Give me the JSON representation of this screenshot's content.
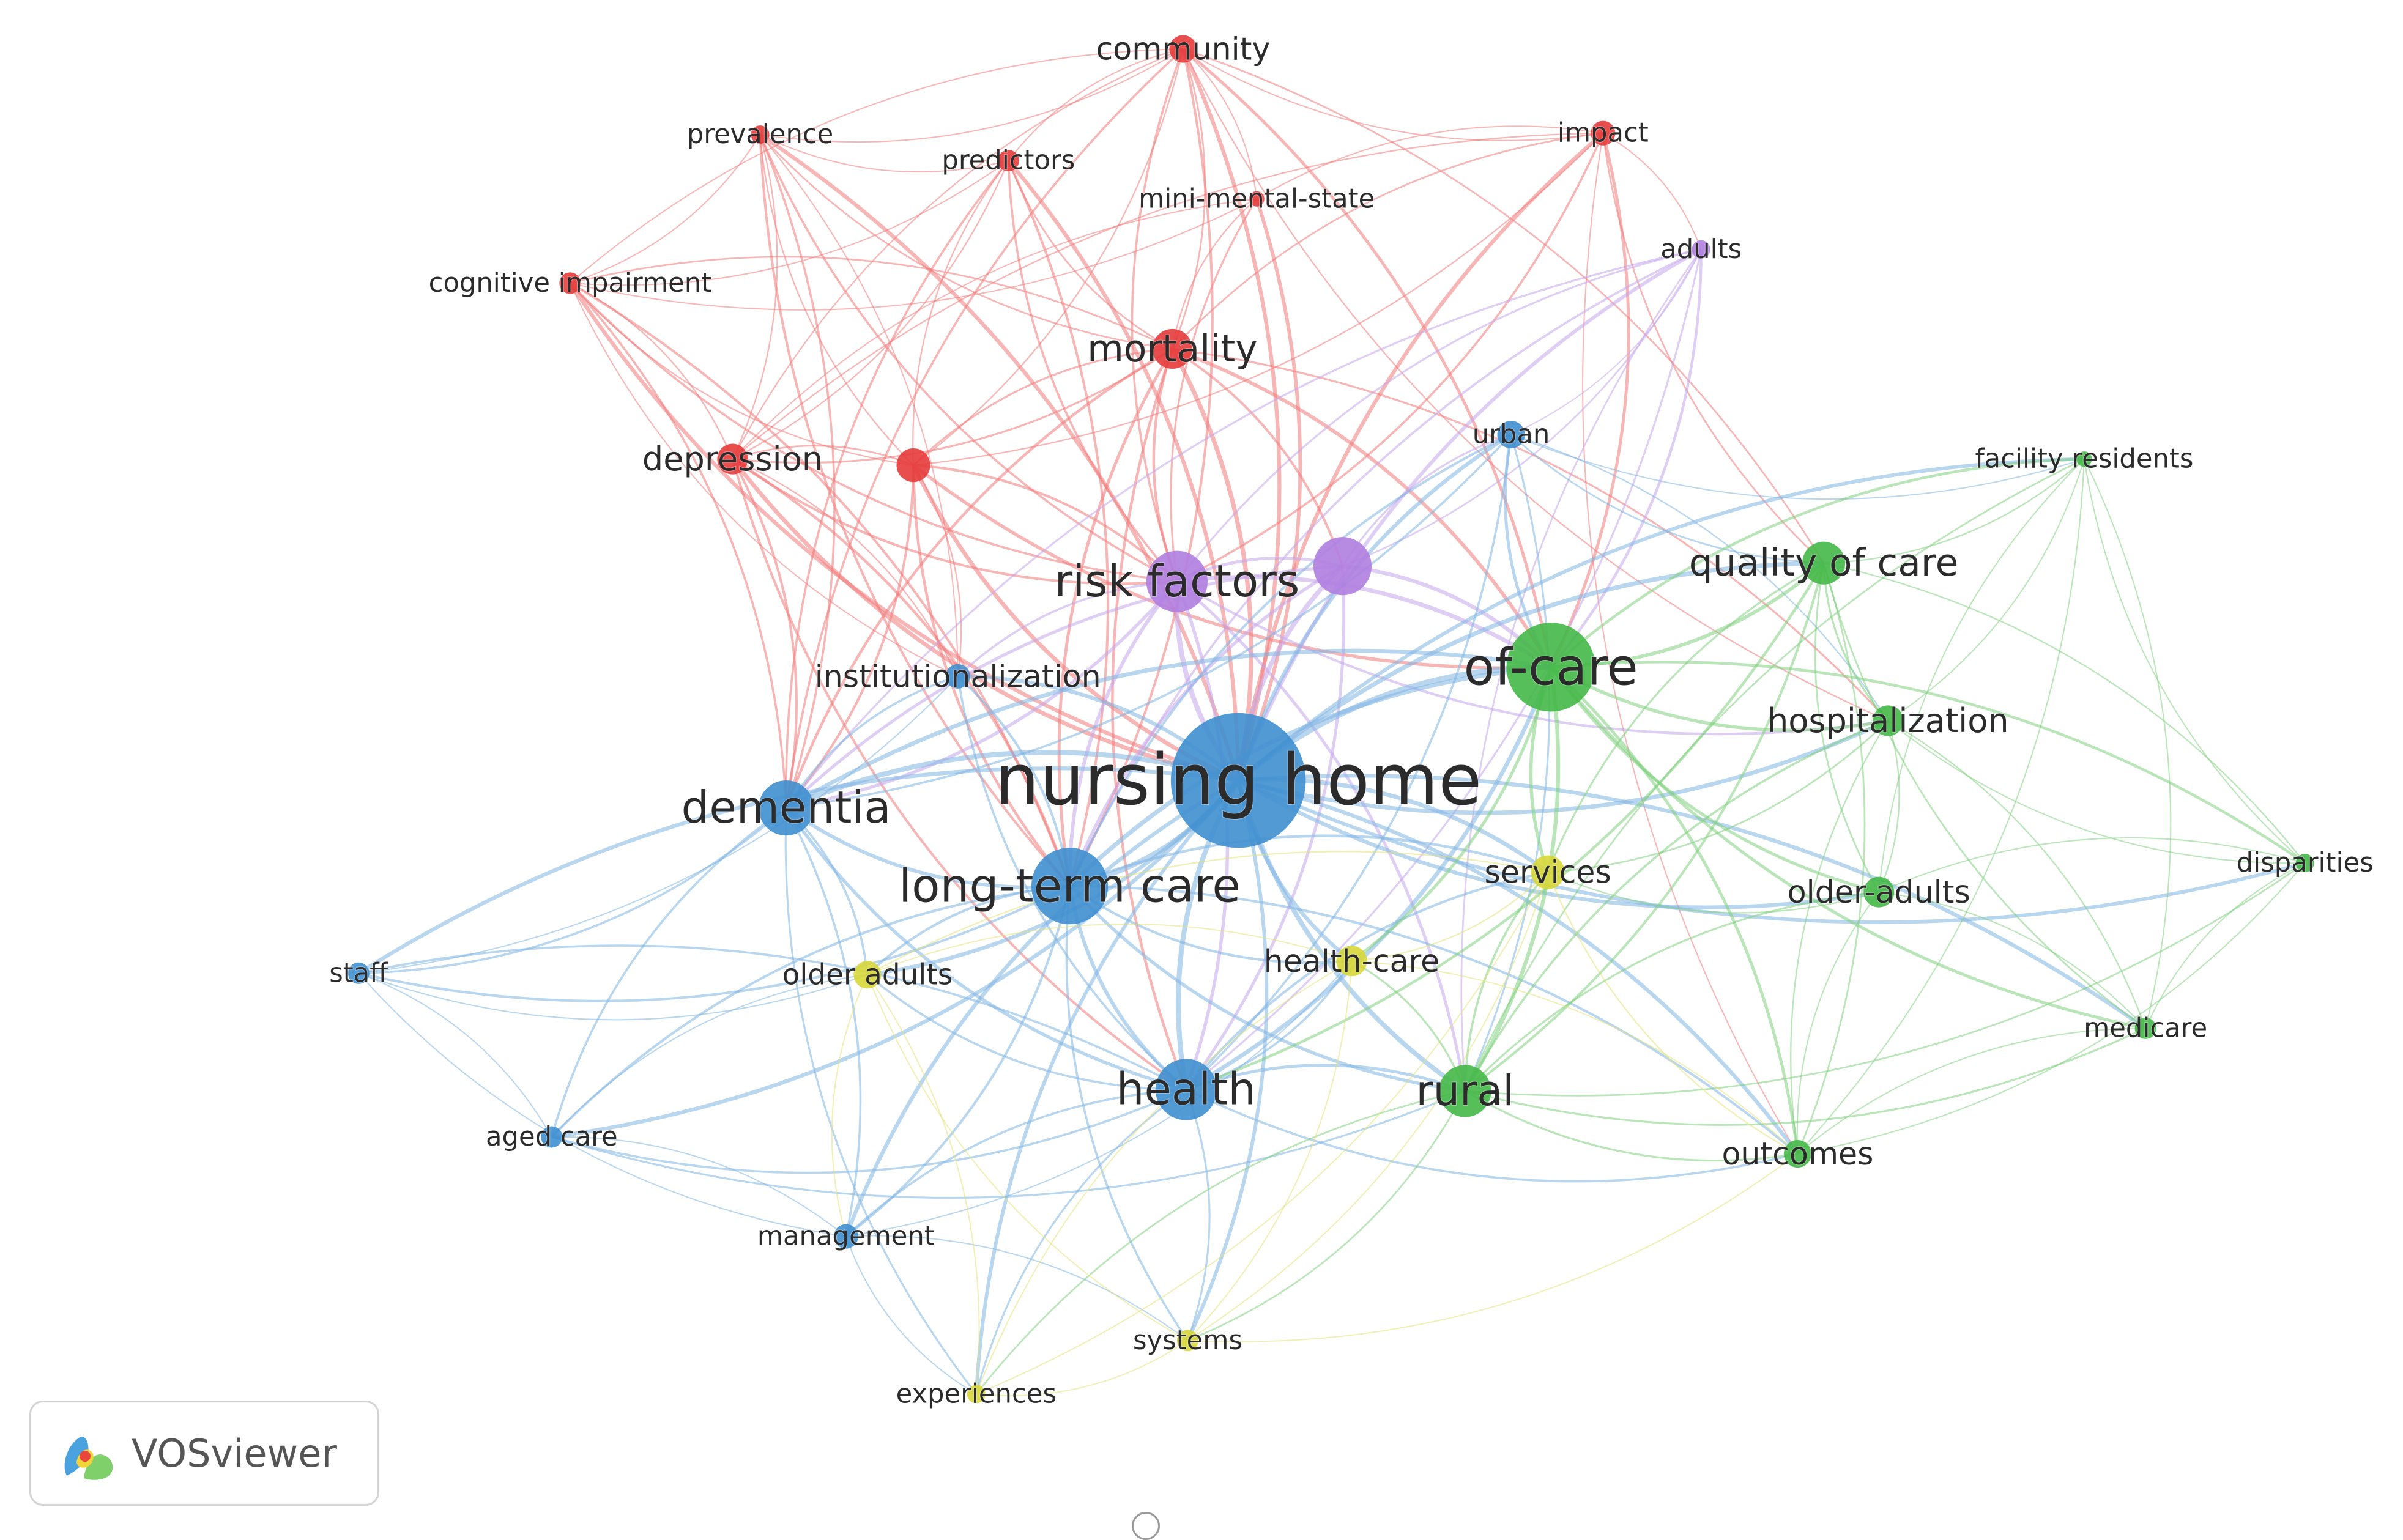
{
  "network": {
    "nodes": [
      {
        "id": "community",
        "label": "community",
        "cluster": "red",
        "weight": 2
      },
      {
        "id": "prevalence",
        "label": "prevalence",
        "cluster": "red",
        "weight": 2
      },
      {
        "id": "predictors",
        "label": "predictors",
        "cluster": "red",
        "weight": 2
      },
      {
        "id": "mini-mental-state",
        "label": "mini-mental-state",
        "cluster": "red",
        "weight": 1
      },
      {
        "id": "impact",
        "label": "impact",
        "cluster": "red",
        "weight": 2
      },
      {
        "id": "cognitive-impairment",
        "label": "cognitive impairment",
        "cluster": "red",
        "weight": 2
      },
      {
        "id": "mortality",
        "label": "mortality",
        "cluster": "red",
        "weight": 4
      },
      {
        "id": "depression",
        "label": "depression",
        "cluster": "red",
        "weight": 3
      },
      {
        "id": "red-unlabeled",
        "label": "",
        "cluster": "red",
        "weight": 3
      },
      {
        "id": "adults",
        "label": "adults",
        "cluster": "purple",
        "weight": 1
      },
      {
        "id": "risk-factors",
        "label": "risk factors",
        "cluster": "purple",
        "weight": 6
      },
      {
        "id": "purple-unlabeled",
        "label": "",
        "cluster": "purple",
        "weight": 5
      },
      {
        "id": "urban",
        "label": "urban",
        "cluster": "blue",
        "weight": 2
      },
      {
        "id": "institutionalization",
        "label": "institutionalization",
        "cluster": "blue",
        "weight": 2
      },
      {
        "id": "nursing-home",
        "label": "nursing home",
        "cluster": "blue",
        "weight": 12
      },
      {
        "id": "dementia",
        "label": "dementia",
        "cluster": "blue",
        "weight": 6
      },
      {
        "id": "long-term-care",
        "label": "long-term care",
        "cluster": "blue",
        "weight": 7
      },
      {
        "id": "staff",
        "label": "staff",
        "cluster": "blue",
        "weight": 2
      },
      {
        "id": "aged-care",
        "label": "aged care",
        "cluster": "blue",
        "weight": 2
      },
      {
        "id": "management",
        "label": "management",
        "cluster": "blue",
        "weight": 2
      },
      {
        "id": "health",
        "label": "health",
        "cluster": "blue",
        "weight": 6
      },
      {
        "id": "facility-residents",
        "label": "facility residents",
        "cluster": "green",
        "weight": 1
      },
      {
        "id": "quality-of-care",
        "label": "quality of care",
        "cluster": "green",
        "weight": 4
      },
      {
        "id": "of-care",
        "label": "of-care",
        "cluster": "green",
        "weight": 9
      },
      {
        "id": "hospitalization",
        "label": "hospitalization",
        "cluster": "green",
        "weight": 3
      },
      {
        "id": "disparities",
        "label": "disparities",
        "cluster": "green",
        "weight": 1
      },
      {
        "id": "older-adults-hyphen",
        "label": "older-adults",
        "cluster": "green",
        "weight": 2
      },
      {
        "id": "medicare",
        "label": "medicare",
        "cluster": "green",
        "weight": 2
      },
      {
        "id": "rural",
        "label": "rural",
        "cluster": "green",
        "weight": 5
      },
      {
        "id": "outcomes",
        "label": "outcomes",
        "cluster": "green",
        "weight": 2
      },
      {
        "id": "services",
        "label": "services",
        "cluster": "yellow",
        "weight": 3
      },
      {
        "id": "health-care",
        "label": "health-care",
        "cluster": "yellow",
        "weight": 2
      },
      {
        "id": "older-adults",
        "label": "older adults",
        "cluster": "yellow",
        "weight": 2
      },
      {
        "id": "systems",
        "label": "systems",
        "cluster": "yellow",
        "weight": 1
      },
      {
        "id": "experiences",
        "label": "experiences",
        "cluster": "yellow",
        "weight": 1
      }
    ],
    "edges": [
      [
        "community",
        "prevalence"
      ],
      [
        "community",
        "predictors"
      ],
      [
        "community",
        "mini-mental-state"
      ],
      [
        "community",
        "impact"
      ],
      [
        "community",
        "mortality"
      ],
      [
        "community",
        "depression"
      ],
      [
        "community",
        "red-unlabeled"
      ],
      [
        "community",
        "cognitive-impairment"
      ],
      [
        "community",
        "nursing-home"
      ],
      [
        "community",
        "risk-factors"
      ],
      [
        "community",
        "of-care"
      ],
      [
        "community",
        "dementia"
      ],
      [
        "community",
        "quality-of-care"
      ],
      [
        "community",
        "hospitalization"
      ],
      [
        "community",
        "long-term-care"
      ],
      [
        "prevalence",
        "predictors"
      ],
      [
        "prevalence",
        "cognitive-impairment"
      ],
      [
        "prevalence",
        "mortality"
      ],
      [
        "prevalence",
        "depression"
      ],
      [
        "prevalence",
        "red-unlabeled"
      ],
      [
        "prevalence",
        "nursing-home"
      ],
      [
        "prevalence",
        "risk-factors"
      ],
      [
        "prevalence",
        "dementia"
      ],
      [
        "prevalence",
        "long-term-care"
      ],
      [
        "prevalence",
        "institutionalization"
      ],
      [
        "predictors",
        "mortality"
      ],
      [
        "predictors",
        "depression"
      ],
      [
        "predictors",
        "red-unlabeled"
      ],
      [
        "predictors",
        "nursing-home"
      ],
      [
        "predictors",
        "risk-factors"
      ],
      [
        "predictors",
        "cognitive-impairment"
      ],
      [
        "predictors",
        "dementia"
      ],
      [
        "predictors",
        "long-term-care"
      ],
      [
        "mini-mental-state",
        "mortality"
      ],
      [
        "mini-mental-state",
        "nursing-home"
      ],
      [
        "mini-mental-state",
        "depression"
      ],
      [
        "mini-mental-state",
        "cognitive-impairment"
      ],
      [
        "mini-mental-state",
        "risk-factors"
      ],
      [
        "mini-mental-state",
        "impact"
      ],
      [
        "impact",
        "mortality"
      ],
      [
        "impact",
        "red-unlabeled"
      ],
      [
        "impact",
        "nursing-home"
      ],
      [
        "impact",
        "of-care"
      ],
      [
        "impact",
        "quality-of-care"
      ],
      [
        "impact",
        "adults"
      ],
      [
        "impact",
        "outcomes"
      ],
      [
        "impact",
        "risk-factors"
      ],
      [
        "impact",
        "depression"
      ],
      [
        "cognitive-impairment",
        "depression"
      ],
      [
        "cognitive-impairment",
        "red-unlabeled"
      ],
      [
        "cognitive-impairment",
        "mortality"
      ],
      [
        "cognitive-impairment",
        "nursing-home"
      ],
      [
        "cognitive-impairment",
        "dementia"
      ],
      [
        "cognitive-impairment",
        "risk-factors"
      ],
      [
        "cognitive-impairment",
        "long-term-care"
      ],
      [
        "cognitive-impairment",
        "institutionalization"
      ],
      [
        "mortality",
        "depression"
      ],
      [
        "mortality",
        "red-unlabeled"
      ],
      [
        "mortality",
        "nursing-home"
      ],
      [
        "mortality",
        "risk-factors"
      ],
      [
        "mortality",
        "of-care"
      ],
      [
        "mortality",
        "long-term-care"
      ],
      [
        "mortality",
        "hospitalization"
      ],
      [
        "mortality",
        "dementia"
      ],
      [
        "mortality",
        "purple-unlabeled"
      ],
      [
        "mortality",
        "health"
      ],
      [
        "depression",
        "red-unlabeled"
      ],
      [
        "depression",
        "nursing-home"
      ],
      [
        "depression",
        "dementia"
      ],
      [
        "depression",
        "risk-factors"
      ],
      [
        "depression",
        "long-term-care"
      ],
      [
        "depression",
        "health"
      ],
      [
        "depression",
        "institutionalization"
      ],
      [
        "red-unlabeled",
        "nursing-home"
      ],
      [
        "red-unlabeled",
        "risk-factors"
      ],
      [
        "red-unlabeled",
        "long-term-care"
      ],
      [
        "red-unlabeled",
        "dementia"
      ],
      [
        "red-unlabeled",
        "of-care"
      ],
      [
        "red-unlabeled",
        "institutionalization"
      ],
      [
        "adults",
        "risk-factors"
      ],
      [
        "adults",
        "purple-unlabeled"
      ],
      [
        "adults",
        "nursing-home"
      ],
      [
        "adults",
        "of-care"
      ],
      [
        "adults",
        "long-term-care"
      ],
      [
        "adults",
        "health"
      ],
      [
        "adults",
        "dementia"
      ],
      [
        "adults",
        "urban"
      ],
      [
        "adults",
        "rural"
      ],
      [
        "risk-factors",
        "purple-unlabeled"
      ],
      [
        "risk-factors",
        "nursing-home"
      ],
      [
        "risk-factors",
        "dementia"
      ],
      [
        "risk-factors",
        "long-term-care"
      ],
      [
        "risk-factors",
        "of-care"
      ],
      [
        "risk-factors",
        "institutionalization"
      ],
      [
        "risk-factors",
        "health"
      ],
      [
        "risk-factors",
        "hospitalization"
      ],
      [
        "risk-factors",
        "rural"
      ],
      [
        "purple-unlabeled",
        "nursing-home"
      ],
      [
        "purple-unlabeled",
        "of-care"
      ],
      [
        "purple-unlabeled",
        "long-term-care"
      ],
      [
        "purple-unlabeled",
        "health"
      ],
      [
        "purple-unlabeled",
        "dementia"
      ],
      [
        "purple-unlabeled",
        "urban"
      ],
      [
        "urban",
        "nursing-home"
      ],
      [
        "urban",
        "rural"
      ],
      [
        "urban",
        "of-care"
      ],
      [
        "urban",
        "health"
      ],
      [
        "urban",
        "long-term-care"
      ],
      [
        "urban",
        "dementia"
      ],
      [
        "urban",
        "quality-of-care"
      ],
      [
        "urban",
        "hospitalization"
      ],
      [
        "urban",
        "facility-residents"
      ],
      [
        "institutionalization",
        "nursing-home"
      ],
      [
        "institutionalization",
        "dementia"
      ],
      [
        "institutionalization",
        "long-term-care"
      ],
      [
        "institutionalization",
        "health"
      ],
      [
        "institutionalization",
        "staff"
      ],
      [
        "nursing-home",
        "dementia"
      ],
      [
        "nursing-home",
        "long-term-care"
      ],
      [
        "nursing-home",
        "health"
      ],
      [
        "nursing-home",
        "of-care"
      ],
      [
        "nursing-home",
        "rural"
      ],
      [
        "nursing-home",
        "quality-of-care"
      ],
      [
        "nursing-home",
        "hospitalization"
      ],
      [
        "nursing-home",
        "services"
      ],
      [
        "nursing-home",
        "health-care"
      ],
      [
        "nursing-home",
        "older-adults"
      ],
      [
        "nursing-home",
        "staff"
      ],
      [
        "nursing-home",
        "aged-care"
      ],
      [
        "nursing-home",
        "management"
      ],
      [
        "nursing-home",
        "outcomes"
      ],
      [
        "nursing-home",
        "older-adults-hyphen"
      ],
      [
        "nursing-home",
        "systems"
      ],
      [
        "nursing-home",
        "experiences"
      ],
      [
        "nursing-home",
        "medicare"
      ],
      [
        "nursing-home",
        "disparities"
      ],
      [
        "nursing-home",
        "facility-residents"
      ],
      [
        "dementia",
        "long-term-care"
      ],
      [
        "dementia",
        "staff"
      ],
      [
        "dementia",
        "aged-care"
      ],
      [
        "dementia",
        "management"
      ],
      [
        "dementia",
        "health"
      ],
      [
        "dementia",
        "older-adults"
      ],
      [
        "dementia",
        "experiences"
      ],
      [
        "dementia",
        "of-care"
      ],
      [
        "long-term-care",
        "health"
      ],
      [
        "long-term-care",
        "staff"
      ],
      [
        "long-term-care",
        "aged-care"
      ],
      [
        "long-term-care",
        "management"
      ],
      [
        "long-term-care",
        "older-adults"
      ],
      [
        "long-term-care",
        "of-care"
      ],
      [
        "long-term-care",
        "rural"
      ],
      [
        "long-term-care",
        "services"
      ],
      [
        "long-term-care",
        "health-care"
      ],
      [
        "long-term-care",
        "outcomes"
      ],
      [
        "long-term-care",
        "systems"
      ],
      [
        "staff",
        "aged-care"
      ],
      [
        "staff",
        "management"
      ],
      [
        "staff",
        "health"
      ],
      [
        "staff",
        "older-adults"
      ],
      [
        "aged-care",
        "management"
      ],
      [
        "aged-care",
        "health"
      ],
      [
        "aged-care",
        "older-adults"
      ],
      [
        "aged-care",
        "rural"
      ],
      [
        "management",
        "health"
      ],
      [
        "management",
        "experiences"
      ],
      [
        "management",
        "systems"
      ],
      [
        "management",
        "health-care"
      ],
      [
        "health",
        "rural"
      ],
      [
        "health",
        "of-care"
      ],
      [
        "health",
        "services"
      ],
      [
        "health",
        "health-care"
      ],
      [
        "health",
        "systems"
      ],
      [
        "health",
        "experiences"
      ],
      [
        "health",
        "older-adults"
      ],
      [
        "health",
        "outcomes"
      ],
      [
        "facility-residents",
        "quality-of-care"
      ],
      [
        "facility-residents",
        "of-care"
      ],
      [
        "facility-residents",
        "hospitalization"
      ],
      [
        "facility-residents",
        "disparities"
      ],
      [
        "facility-residents",
        "medicare"
      ],
      [
        "facility-residents",
        "older-adults-hyphen"
      ],
      [
        "facility-residents",
        "outcomes"
      ],
      [
        "facility-residents",
        "rural"
      ],
      [
        "quality-of-care",
        "of-care"
      ],
      [
        "quality-of-care",
        "hospitalization"
      ],
      [
        "quality-of-care",
        "rural"
      ],
      [
        "quality-of-care",
        "older-adults-hyphen"
      ],
      [
        "quality-of-care",
        "outcomes"
      ],
      [
        "quality-of-care",
        "medicare"
      ],
      [
        "quality-of-care",
        "disparities"
      ],
      [
        "quality-of-care",
        "services"
      ],
      [
        "quality-of-care",
        "health"
      ],
      [
        "of-care",
        "hospitalization"
      ],
      [
        "of-care",
        "rural"
      ],
      [
        "of-care",
        "services"
      ],
      [
        "of-care",
        "health-care"
      ],
      [
        "of-care",
        "older-adults-hyphen"
      ],
      [
        "of-care",
        "outcomes"
      ],
      [
        "of-care",
        "medicare"
      ],
      [
        "of-care",
        "disparities"
      ],
      [
        "hospitalization",
        "rural"
      ],
      [
        "hospitalization",
        "older-adults-hyphen"
      ],
      [
        "hospitalization",
        "outcomes"
      ],
      [
        "hospitalization",
        "medicare"
      ],
      [
        "hospitalization",
        "disparities"
      ],
      [
        "hospitalization",
        "services"
      ],
      [
        "disparities",
        "medicare"
      ],
      [
        "disparities",
        "outcomes"
      ],
      [
        "disparities",
        "older-adults-hyphen"
      ],
      [
        "disparities",
        "rural"
      ],
      [
        "older-adults-hyphen",
        "outcomes"
      ],
      [
        "older-adults-hyphen",
        "medicare"
      ],
      [
        "older-adults-hyphen",
        "rural"
      ],
      [
        "older-adults-hyphen",
        "services"
      ],
      [
        "medicare",
        "outcomes"
      ],
      [
        "medicare",
        "rural"
      ],
      [
        "rural",
        "outcomes"
      ],
      [
        "rural",
        "services"
      ],
      [
        "rural",
        "health-care"
      ],
      [
        "rural",
        "systems"
      ],
      [
        "rural",
        "experiences"
      ],
      [
        "services",
        "health-care"
      ],
      [
        "services",
        "older-adults"
      ],
      [
        "services",
        "systems"
      ],
      [
        "services",
        "outcomes"
      ],
      [
        "services",
        "experiences"
      ],
      [
        "health-care",
        "older-adults"
      ],
      [
        "health-care",
        "systems"
      ],
      [
        "health-care",
        "experiences"
      ],
      [
        "health-care",
        "outcomes"
      ],
      [
        "older-adults",
        "systems"
      ],
      [
        "older-adults",
        "experiences"
      ],
      [
        "older-adults",
        "management"
      ],
      [
        "systems",
        "experiences"
      ],
      [
        "systems",
        "outcomes"
      ]
    ]
  },
  "cluster_colors": {
    "red": "#e53b3b",
    "purple": "#b07ee0",
    "blue": "#3f8fcf",
    "green": "#45b848",
    "yellow": "#d7d73a"
  },
  "edge_colors": {
    "red": "#f07a7a",
    "purple": "#c5a6ea",
    "blue": "#7fb4e2",
    "green": "#7fcf7e",
    "yellow": "#e2e27a"
  },
  "badge": {
    "text": "VOSviewer",
    "icon": "vosviewer-logo-icon"
  }
}
